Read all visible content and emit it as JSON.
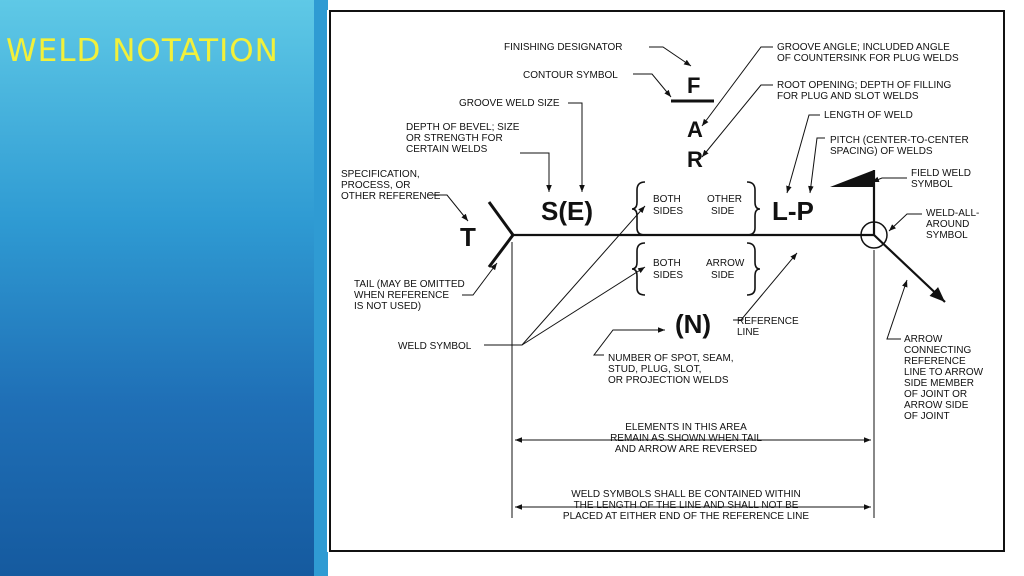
{
  "slide": {
    "title": "WELD NOTATION",
    "title_color": "#f2f03a",
    "background_colors": [
      "#5fc9e6",
      "#1f6fb6",
      "#155a9f"
    ]
  },
  "diagram": {
    "symbols": {
      "tail_letter": "T",
      "size_groove": "S(E)",
      "finish_letter": "F",
      "angle_letter": "A",
      "root_letter": "R",
      "length_pitch": "L-P",
      "number": "(N)"
    },
    "side_labels": {
      "other_both": [
        "BOTH",
        "SIDES"
      ],
      "other_side": [
        "OTHER",
        "SIDE"
      ],
      "arrow_both": [
        "BOTH",
        "SIDES"
      ],
      "arrow_side": [
        "ARROW",
        "SIDE"
      ]
    },
    "callouts": {
      "finishing_designator": [
        "FINISHING DESIGNATOR"
      ],
      "contour_symbol": [
        "CONTOUR SYMBOL"
      ],
      "groove_weld_size": [
        "GROOVE WELD SIZE"
      ],
      "depth_of_bevel": [
        "DEPTH OF BEVEL; SIZE",
        "OR STRENGTH FOR",
        "CERTAIN WELDS"
      ],
      "specification": [
        "SPECIFICATION,",
        "PROCESS, OR",
        "OTHER REFERENCE"
      ],
      "tail": [
        "TAIL (MAY BE OMITTED",
        "WHEN REFERENCE",
        "IS NOT USED)"
      ],
      "weld_symbol": [
        "WELD SYMBOL"
      ],
      "groove_angle": [
        "GROOVE ANGLE; INCLUDED ANGLE",
        "OF COUNTERSINK FOR PLUG WELDS"
      ],
      "root_opening": [
        "ROOT OPENING; DEPTH OF FILLING",
        "FOR PLUG AND SLOT WELDS"
      ],
      "length_of_weld": [
        "LENGTH OF WELD"
      ],
      "pitch": [
        "PITCH (CENTER-TO-CENTER",
        "SPACING) OF WELDS"
      ],
      "field_weld": [
        "FIELD WELD",
        "SYMBOL"
      ],
      "weld_all_around": [
        "WELD-ALL-",
        "AROUND",
        "SYMBOL"
      ],
      "reference_line": [
        "REFERENCE",
        "LINE"
      ],
      "number_of_welds": [
        "NUMBER OF SPOT, SEAM,",
        "STUD, PLUG, SLOT,",
        "OR PROJECTION WELDS"
      ],
      "arrow_connecting": [
        "ARROW",
        "CONNECTING",
        "REFERENCE",
        "LINE TO ARROW",
        "SIDE MEMBER",
        "OF JOINT OR",
        "ARROW SIDE",
        "OF JOINT"
      ],
      "elements_area": [
        "ELEMENTS IN THIS AREA",
        "REMAIN AS SHOWN WHEN TAIL",
        "AND ARROW ARE REVERSED"
      ],
      "containment": [
        "WELD SYMBOLS SHALL BE CONTAINED WITHIN",
        "THE LENGTH OF THE LINE AND SHALL NOT BE",
        "PLACED AT EITHER END OF THE REFERENCE LINE"
      ]
    }
  }
}
